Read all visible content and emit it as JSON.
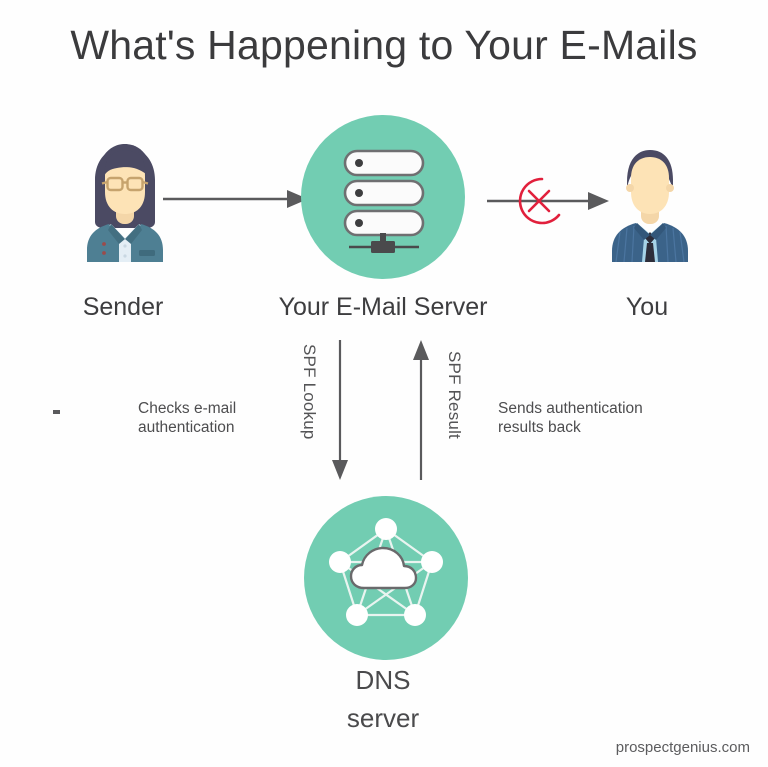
{
  "title": "What's Happening to Your E-Mails",
  "colors": {
    "circle_green": "#72cdb2",
    "arrow_gray": "#5a5a5c",
    "block_red": "#e1203c",
    "text_dark": "#3b3b3d",
    "background": "#fefefe"
  },
  "nodes": {
    "sender": {
      "label": "Sender",
      "icon": "woman-avatar-icon"
    },
    "mail_server": {
      "label": "Your E-Mail Server",
      "icon": "server-rack-icon"
    },
    "recipient": {
      "label": "You",
      "icon": "man-avatar-icon"
    },
    "dns_server": {
      "label_line1": "DNS",
      "label_line2": "server",
      "icon": "dns-network-cloud-icon"
    }
  },
  "connectors": {
    "sender_to_server": {
      "icon": "arrow-right-icon",
      "label": ""
    },
    "server_to_you": {
      "icon": "arrow-right-blocked-icon",
      "block_marker": "circle-x-icon",
      "label": ""
    },
    "lookup": {
      "label": "SPF Lookup",
      "icon": "arrow-down-icon",
      "description": "Checks e-mail\nauthentication"
    },
    "result": {
      "label": "SPF Result",
      "icon": "arrow-up-icon",
      "description": "Sends authentication\nresults back"
    }
  },
  "descriptions": {
    "checks_line1": "Checks e-mail",
    "checks_line2": "authentication",
    "sends_line1": "Sends authentication",
    "sends_line2": "results back"
  },
  "footer": {
    "attribution": "prospectgenius.com"
  }
}
